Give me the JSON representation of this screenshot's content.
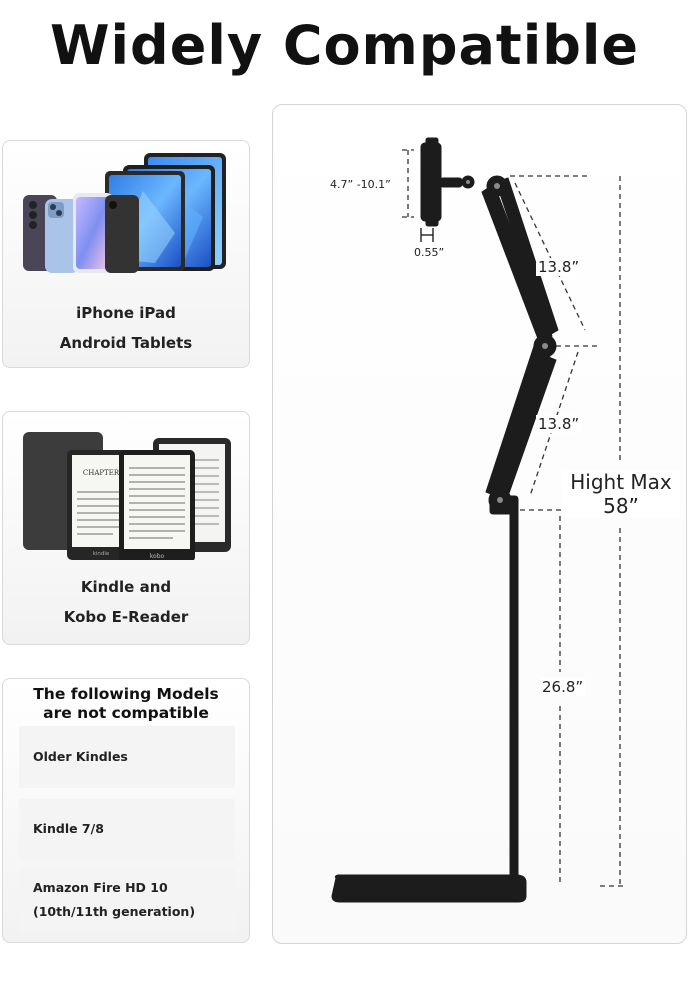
{
  "headline": "Widely Compatible",
  "cards": {
    "phones_tablets": {
      "line1": "iPhone iPad",
      "line2": "Android Tablets"
    },
    "ereaders": {
      "line1": "Kindle and",
      "line2": "Kobo E-Reader",
      "screen_heading": "CHAPTER",
      "brand_kindle": "kindle",
      "brand_kobo": "kobo"
    },
    "not_compatible": {
      "title_line1": "The following Models",
      "title_line2": "are not compatible",
      "models": [
        {
          "line1": "Older Kindles",
          "line2": ""
        },
        {
          "line1": "Kindle 7/8",
          "line2": ""
        },
        {
          "line1": "Amazon Fire HD 10",
          "line2": "(10th/11th generation)"
        }
      ]
    }
  },
  "stand": {
    "clamp_range": "4.7” -10.1”",
    "clamp_depth": "0.55”",
    "upper_arm": "13.8”",
    "lower_arm": "13.8”",
    "height_line1": "Hight Max",
    "height_line2": "58”",
    "pole": "26.8”"
  },
  "colors": {
    "stand": "#1c1c1c",
    "dash": "#333333",
    "card_border": "#d9d9d9"
  }
}
